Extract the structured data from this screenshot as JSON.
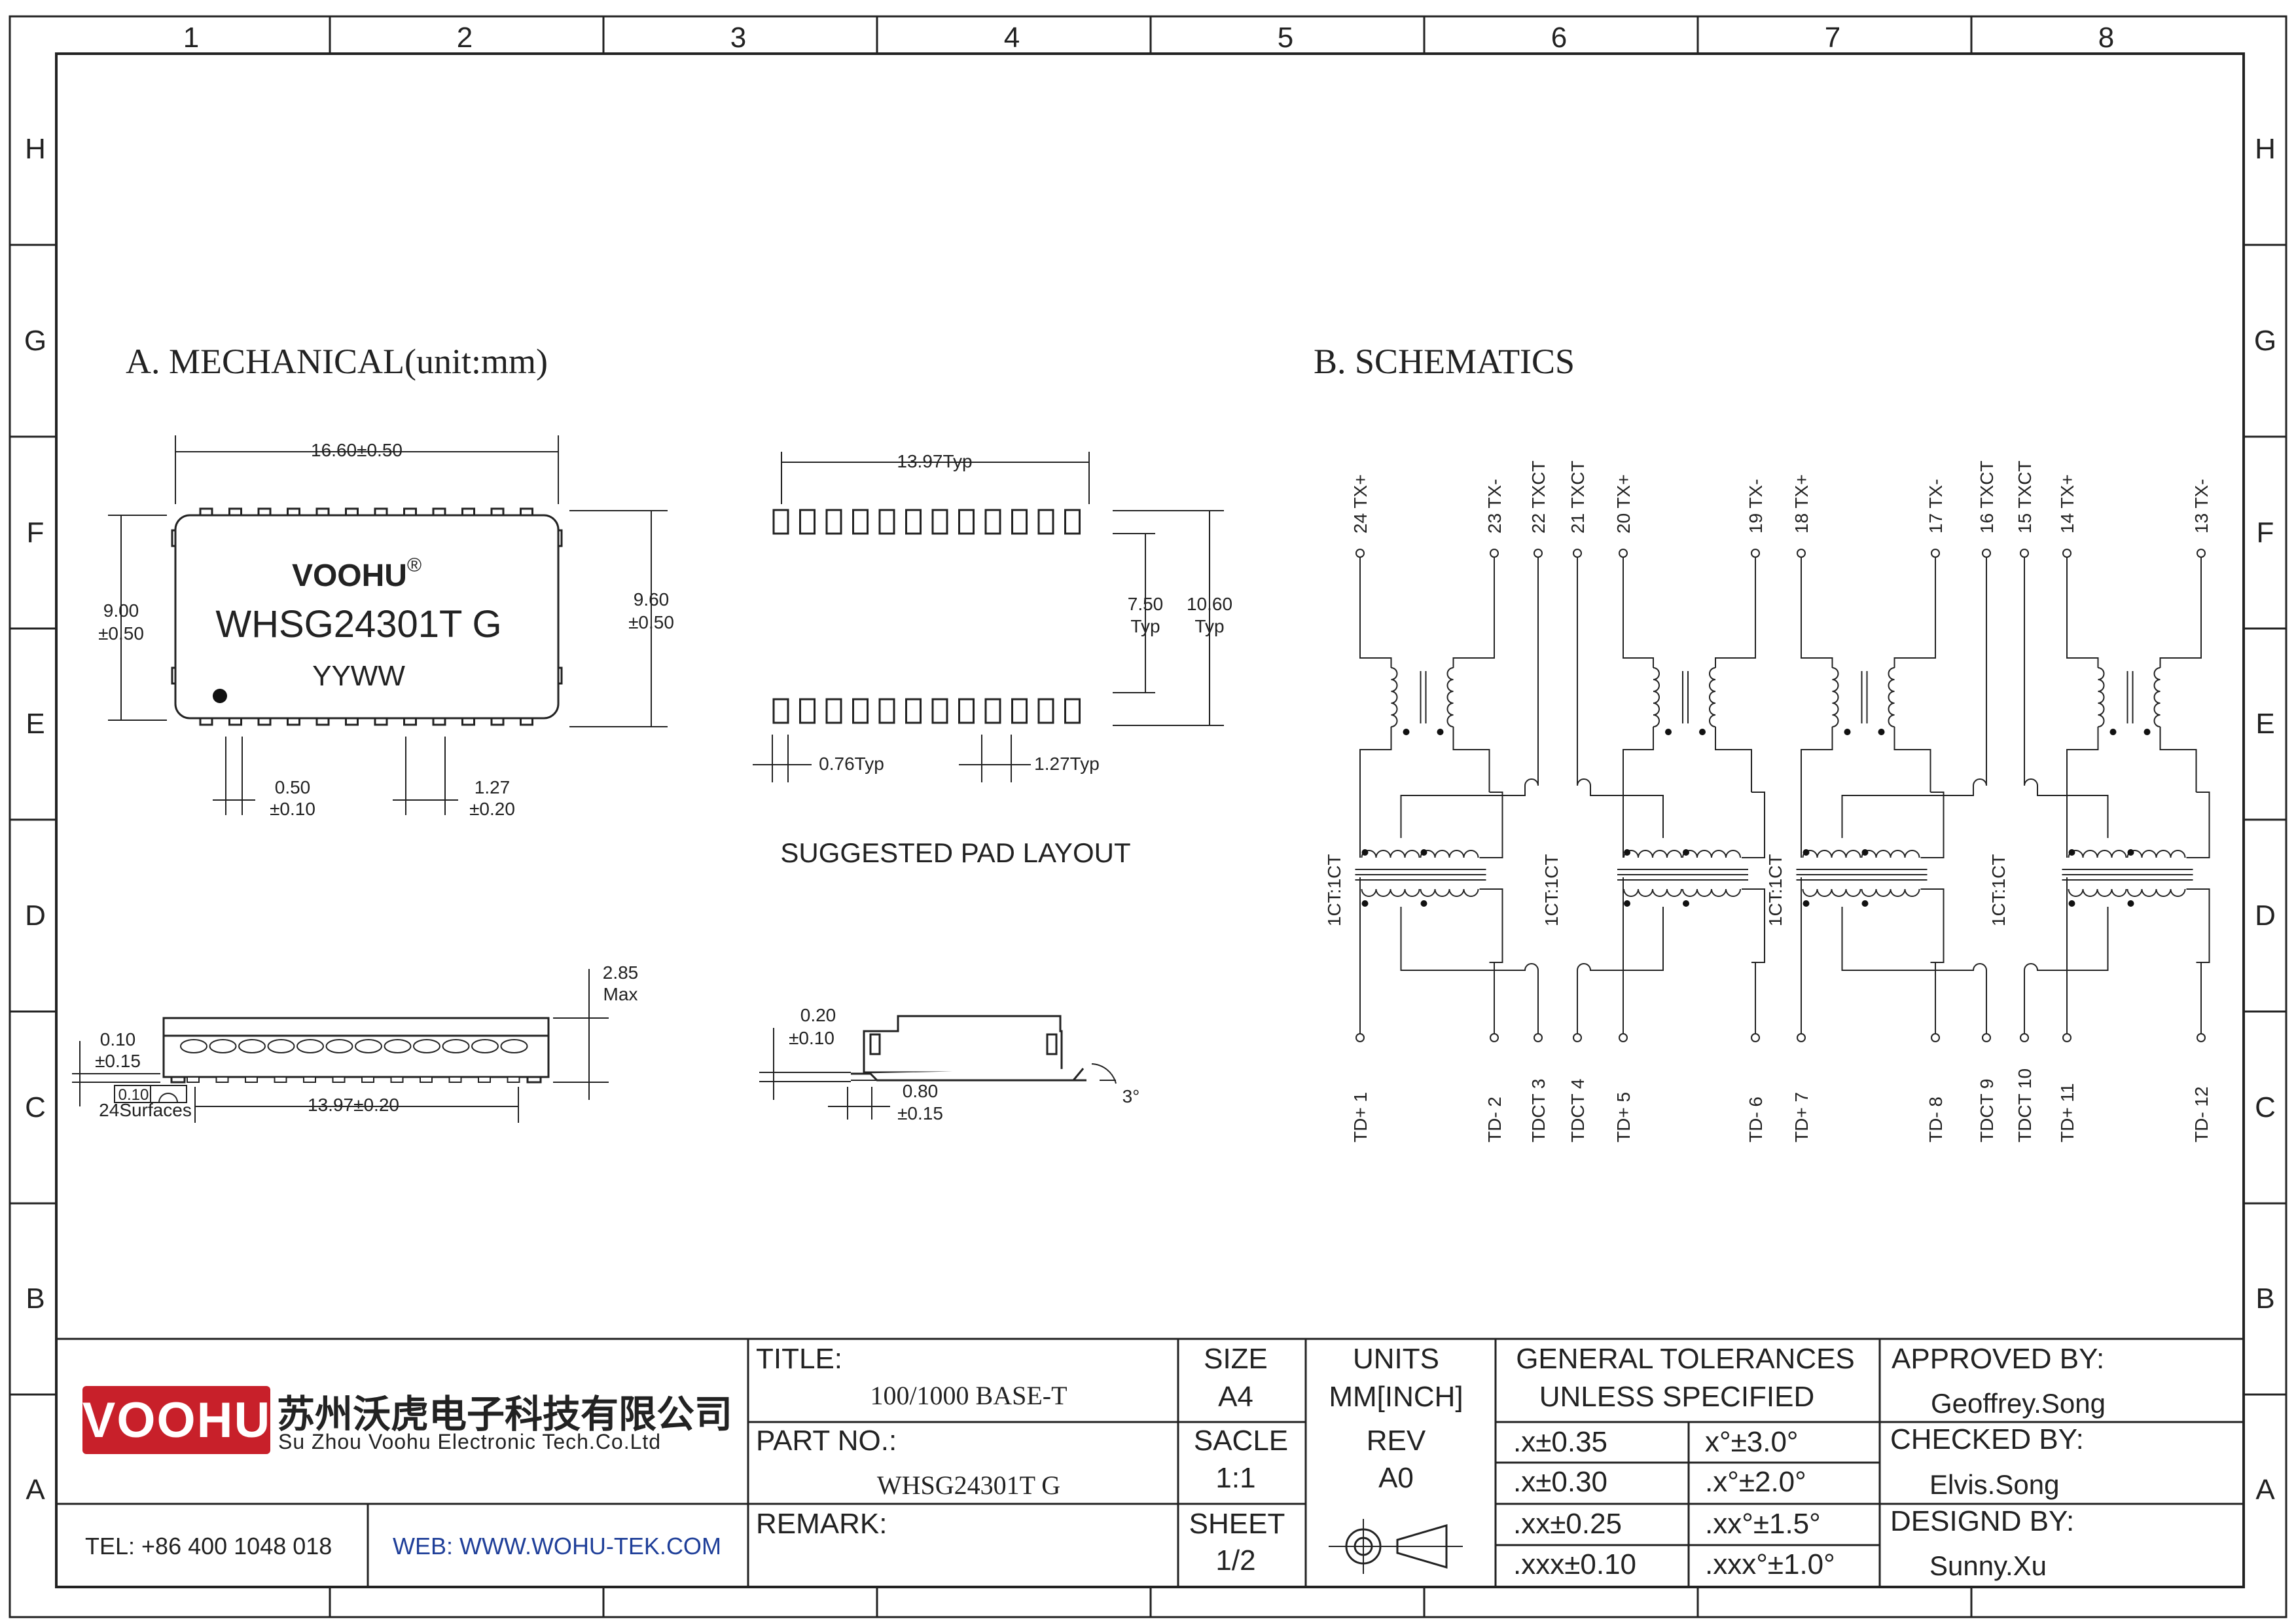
{
  "frame": {
    "columns": [
      "1",
      "2",
      "3",
      "4",
      "5",
      "6",
      "7",
      "8"
    ],
    "rows": [
      "H",
      "G",
      "F",
      "E",
      "D",
      "C",
      "B",
      "A"
    ]
  },
  "mechanical": {
    "heading": "A. MECHANICAL(unit:mm)",
    "brand": "VOOHU",
    "registered": "®",
    "part_marking": "WHSG24301T G",
    "date_code": "YYWW",
    "dim_length": "16.60±0.50",
    "dim_height_a": "9.00",
    "dim_height_a_tol": "±0.50",
    "dim_height_b": "9.60",
    "dim_height_b_tol": "±0.50",
    "dim_pin_width": "0.50",
    "dim_pin_width_tol": "±0.10",
    "dim_pin_pitch": "1.27",
    "dim_pin_pitch_tol": "±0.20",
    "side_standoff": "0.10",
    "side_standoff_tol": "±0.15",
    "coplanarity_box": "0.10",
    "coplanarity_label": "24Surfaces",
    "side_span": "13.97±0.20",
    "max_height": "2.85",
    "max_height_label": "Max"
  },
  "pad_layout": {
    "span": "13.97Typ",
    "row_pitch": "7.50",
    "row_pitch_label": "Typ",
    "overall": "10.60",
    "overall_label": "Typ",
    "pad_width": "0.76Typ",
    "pad_pitch": "1.27Typ",
    "caption": "SUGGESTED PAD LAYOUT",
    "lead_thickness": "0.20",
    "lead_thickness_tol": "±0.10",
    "lead_length": "0.80",
    "lead_length_tol": "±0.15",
    "lead_angle": "3°"
  },
  "schematics": {
    "heading": "B. SCHEMATICS",
    "ratio_label": "1CT:1CT",
    "channels": [
      {
        "top": [
          "24 TX+",
          "23 TX-",
          "22 TXCT"
        ],
        "bottom": [
          "TD+  1",
          "TD-  2",
          "TDCT 3"
        ]
      },
      {
        "top": [
          "21 TXCT",
          "20 TX+",
          "19 TX-"
        ],
        "bottom": [
          "TDCT 4",
          "TD+  5",
          "TD-  6"
        ]
      },
      {
        "top": [
          "18 TX+",
          "17 TX-",
          "16 TXCT"
        ],
        "bottom": [
          "TD+  7",
          "TD-  8",
          "TDCT 9"
        ]
      },
      {
        "top": [
          "15 TXCT",
          "14 TX+",
          "13 TX-"
        ],
        "bottom": [
          "TDCT 10",
          "TD+  11",
          "TD-  12"
        ]
      }
    ]
  },
  "title_block": {
    "logo_text": "VOOHU",
    "company_cn": "苏州沃虎电子科技有限公司",
    "company_en": "Su Zhou Voohu Electronic Tech.Co.Ltd",
    "tel": "TEL: +86 400 1048 018",
    "web": "WEB: WWW.WOHU-TEK.COM",
    "title_label": "TITLE:",
    "title_value": "100/1000 BASE-T",
    "partno_label": "PART NO.:",
    "partno_value": "WHSG24301T G",
    "remark_label": "REMARK:",
    "size_label": "SIZE",
    "size_value": "A4",
    "scale_label": "SACLE",
    "scale_value": "1:1",
    "sheet_label": "SHEET",
    "sheet_value": "1/2",
    "units_label": "UNITS",
    "units_value": "MM[INCH]",
    "rev_label": "REV",
    "rev_value": "A0",
    "tol_heading_1": "GENERAL TOLERANCES",
    "tol_heading_2": "UNLESS SPECIFIED",
    "tolerances": [
      [
        ".x±0.35",
        "x°±3.0°"
      ],
      [
        ".x±0.30",
        ".x°±2.0°"
      ],
      [
        ".xx±0.25",
        ".xx°±1.5°"
      ],
      [
        ".xxx±0.10",
        ".xxx°±1.0°"
      ]
    ],
    "approved_label": "APPROVED BY:",
    "approved_value": "Geoffrey.Song",
    "checked_label": "CHECKED BY:",
    "checked_value": "Elvis.Song",
    "designed_label": "DESIGND BY:",
    "designed_value": "Sunny.Xu"
  },
  "colors": {
    "line": "#222222",
    "logo_red": "#c8202a",
    "web_blue": "#1f3f99"
  }
}
